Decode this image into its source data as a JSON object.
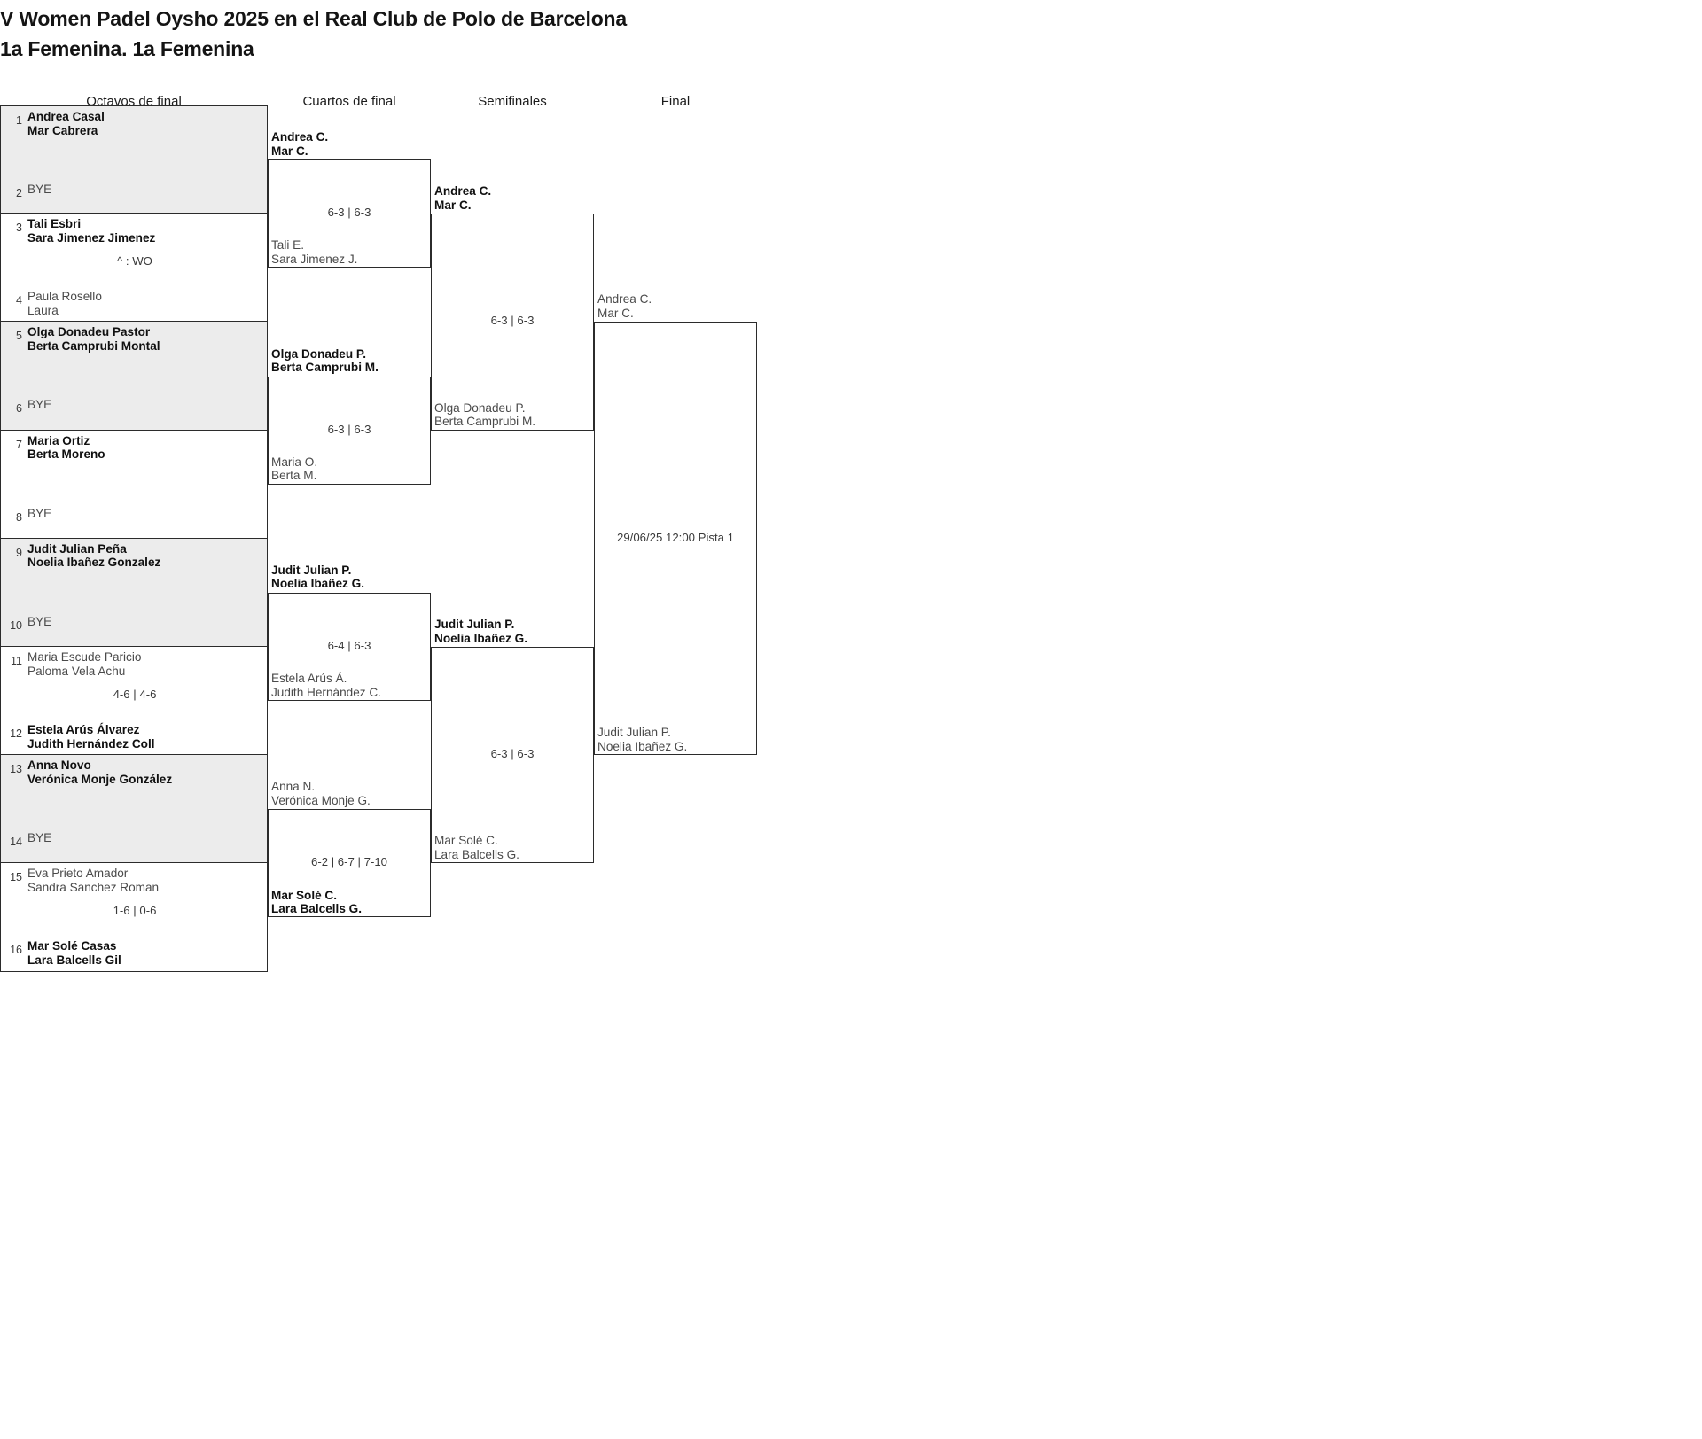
{
  "title": {
    "line1": "V Women Padel Oysho 2025 en el Real Club de Polo de Barcelona",
    "line2": "1a Femenina. 1a Femenina"
  },
  "round_headers": [
    {
      "label": "Octavos de final"
    },
    {
      "label": "Cuartos de final"
    },
    {
      "label": "Semifinales"
    },
    {
      "label": "Final"
    }
  ],
  "bracket": {
    "round1": {
      "matches": [
        {
          "top": {
            "seed": "1",
            "p1": "Andrea Casal",
            "p2": "Mar Cabrera",
            "state": "winner"
          },
          "bottom": {
            "seed": "2",
            "p1": "BYE",
            "p2": "",
            "state": "bye"
          },
          "score": ""
        },
        {
          "top": {
            "seed": "3",
            "p1": "Tali Esbri",
            "p2": "Sara Jimenez Jimenez",
            "state": "winner"
          },
          "bottom": {
            "seed": "4",
            "p1": "Paula Rosello",
            "p2": "Laura",
            "state": "loser"
          },
          "score": "^ : WO"
        },
        {
          "top": {
            "seed": "5",
            "p1": "Olga Donadeu Pastor",
            "p2": "Berta Camprubi Montal",
            "state": "winner"
          },
          "bottom": {
            "seed": "6",
            "p1": "BYE",
            "p2": "",
            "state": "bye"
          },
          "score": ""
        },
        {
          "top": {
            "seed": "7",
            "p1": "Maria Ortiz",
            "p2": "Berta Moreno",
            "state": "winner"
          },
          "bottom": {
            "seed": "8",
            "p1": "BYE",
            "p2": "",
            "state": "bye"
          },
          "score": ""
        },
        {
          "top": {
            "seed": "9",
            "p1": "Judit Julian Peña",
            "p2": "Noelia Ibañez Gonzalez",
            "state": "winner"
          },
          "bottom": {
            "seed": "10",
            "p1": "BYE",
            "p2": "",
            "state": "bye"
          },
          "score": ""
        },
        {
          "top": {
            "seed": "11",
            "p1": "Maria Escude Paricio",
            "p2": "Paloma Vela Achu",
            "state": "loser"
          },
          "bottom": {
            "seed": "12",
            "p1": "Estela Arús Álvarez",
            "p2": "Judith Hernández Coll",
            "state": "winner"
          },
          "score": "4-6 | 4-6"
        },
        {
          "top": {
            "seed": "13",
            "p1": "Anna Novo",
            "p2": "Verónica Monje González",
            "state": "winner"
          },
          "bottom": {
            "seed": "14",
            "p1": "BYE",
            "p2": "",
            "state": "bye"
          },
          "score": ""
        },
        {
          "top": {
            "seed": "15",
            "p1": "Eva Prieto Amador",
            "p2": "Sandra Sanchez Roman",
            "state": "loser"
          },
          "bottom": {
            "seed": "16",
            "p1": "Mar Solé Casas",
            "p2": "Lara Balcells Gil",
            "state": "winner"
          },
          "score": "1-6 | 0-6"
        }
      ]
    },
    "round2": {
      "matches": [
        {
          "top": {
            "p1": "Andrea C.",
            "p2": "Mar C.",
            "state": "winner"
          },
          "bottom": {
            "p1": "Tali E.",
            "p2": "Sara Jimenez J.",
            "state": "loser"
          },
          "score": "6-3 | 6-3"
        },
        {
          "top": {
            "p1": "Olga Donadeu P.",
            "p2": "Berta Camprubi M.",
            "state": "winner"
          },
          "bottom": {
            "p1": "Maria O.",
            "p2": "Berta M.",
            "state": "loser"
          },
          "score": "6-3 | 6-3"
        },
        {
          "top": {
            "p1": "Judit Julian P.",
            "p2": "Noelia Ibañez G.",
            "state": "winner"
          },
          "bottom": {
            "p1": "Estela Arús Á.",
            "p2": "Judith Hernández C.",
            "state": "loser"
          },
          "score": "6-4 | 6-3"
        },
        {
          "top": {
            "p1": "Anna N.",
            "p2": "Verónica Monje G.",
            "state": "loser"
          },
          "bottom": {
            "p1": "Mar Solé C.",
            "p2": "Lara Balcells G.",
            "state": "winner"
          },
          "score": "6-2 | 6-7 | 7-10"
        }
      ]
    },
    "round3": {
      "matches": [
        {
          "top": {
            "p1": "Andrea C.",
            "p2": "Mar C.",
            "state": "winner"
          },
          "bottom": {
            "p1": "Olga Donadeu P.",
            "p2": "Berta Camprubi M.",
            "state": "loser"
          },
          "score": "6-3 | 6-3"
        },
        {
          "top": {
            "p1": "Judit Julian P.",
            "p2": "Noelia Ibañez G.",
            "state": "winner"
          },
          "bottom": {
            "p1": "Mar Solé C.",
            "p2": "Lara Balcells G.",
            "state": "loser"
          },
          "score": "6-3 | 6-3"
        }
      ]
    },
    "final": {
      "matches": [
        {
          "top": {
            "p1": "Andrea C.",
            "p2": "Mar C.",
            "state": "loser"
          },
          "bottom": {
            "p1": "Judit Julian P.",
            "p2": "Noelia Ibañez G.",
            "state": "loser"
          },
          "score": "29/06/25 12:00 Pista 1"
        }
      ]
    }
  }
}
